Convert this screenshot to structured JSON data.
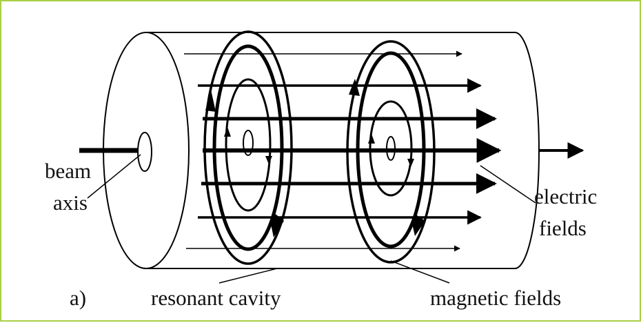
{
  "colors": {
    "border": "#a8cf45",
    "ink": "#000000",
    "dashes": "#ffffff"
  },
  "labels": {
    "panel": "a)",
    "beam_line1": "beam",
    "beam_line2": "axis",
    "resonant_cavity": "resonant cavity",
    "magnetic_fields": "magnetic fields",
    "electric_line1": "electric",
    "electric_line2": "fields"
  }
}
